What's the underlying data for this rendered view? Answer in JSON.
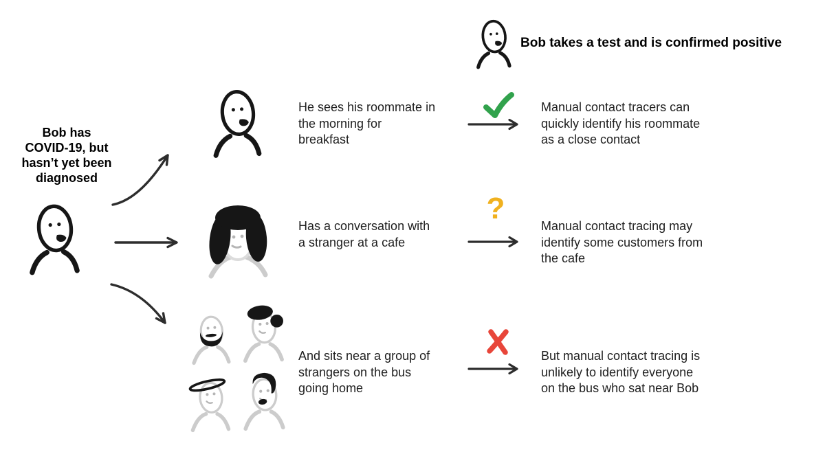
{
  "colors": {
    "ink": "#161616",
    "sketch_gray": "#cccccc",
    "sketch_gray_dark": "#b5b5b5",
    "arrow_dark": "#2d2d2d",
    "check_green": "#31a24c",
    "question_amber": "#f0b11f",
    "cross_red": "#e8463a"
  },
  "header": {
    "icon": "bob-person-icon",
    "label": "Bob takes a test and is confirmed positive"
  },
  "bob": {
    "icon": "bob-person-icon",
    "label_lines": [
      "Bob has",
      "COVID-19, but",
      "hasn’t yet been",
      "diagnosed"
    ]
  },
  "rows": [
    {
      "name": "roommate",
      "scene_icon": "roommate-person-icon",
      "scene_lines": [
        "He sees his roommate in",
        "the morning for",
        "breakfast"
      ],
      "outcome_symbol": "check",
      "outcome_glyph": "✓",
      "result_lines": [
        "Manual contact tracers can",
        "quickly identify his roommate",
        "as a close contact"
      ]
    },
    {
      "name": "cafe-stranger",
      "scene_icon": "cafe-stranger-icon",
      "scene_lines": [
        "Has a conversation with",
        "a stranger at a cafe"
      ],
      "outcome_symbol": "question",
      "outcome_glyph": "?",
      "result_lines": [
        "Manual contact tracing may",
        "identify some customers from",
        "the cafe"
      ]
    },
    {
      "name": "bus-strangers",
      "scene_icon": "bus-strangers-group-icon",
      "scene_lines": [
        "And sits near a group of",
        "strangers on the bus",
        "going home"
      ],
      "outcome_symbol": "cross",
      "outcome_glyph": "✕",
      "result_lines": [
        "But manual contact tracing is",
        "unlikely to identify everyone",
        "on the bus who sat near Bob"
      ]
    }
  ]
}
